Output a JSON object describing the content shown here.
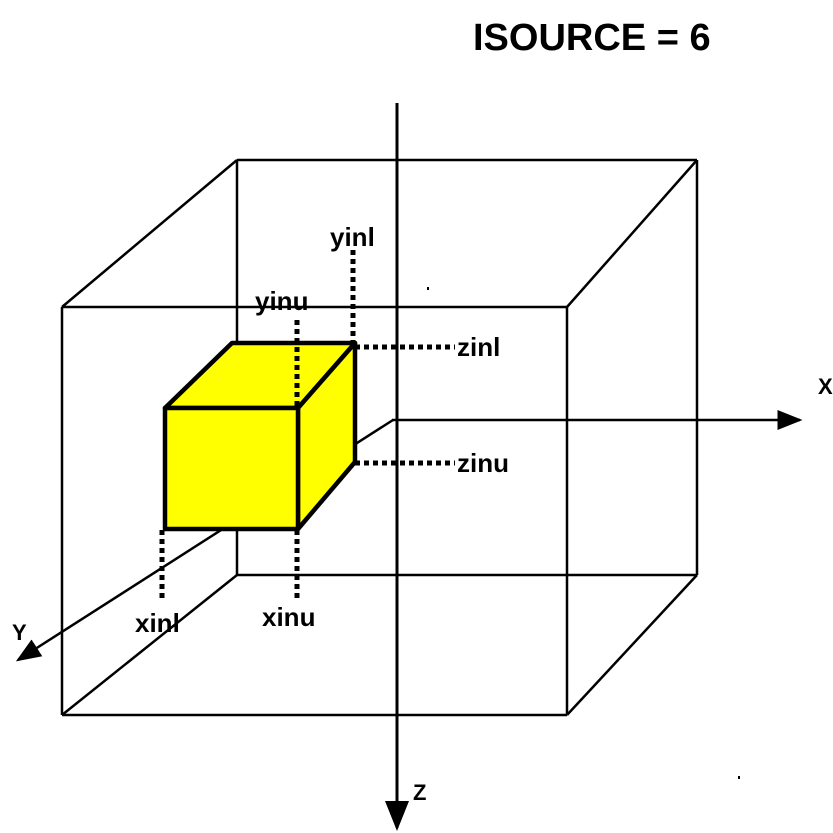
{
  "title": "ISOURCE = 6",
  "axes": {
    "x": "X",
    "y": "Y",
    "z": "Z"
  },
  "bounds": {
    "xinl": "xinl",
    "xinu": "xinu",
    "yinl": "yinl",
    "yinu": "yinu",
    "zinl": "zinl",
    "zinu": "zinu"
  },
  "colors": {
    "source_fill": "#ffff00",
    "line": "#000000",
    "background": "#ffffff"
  }
}
